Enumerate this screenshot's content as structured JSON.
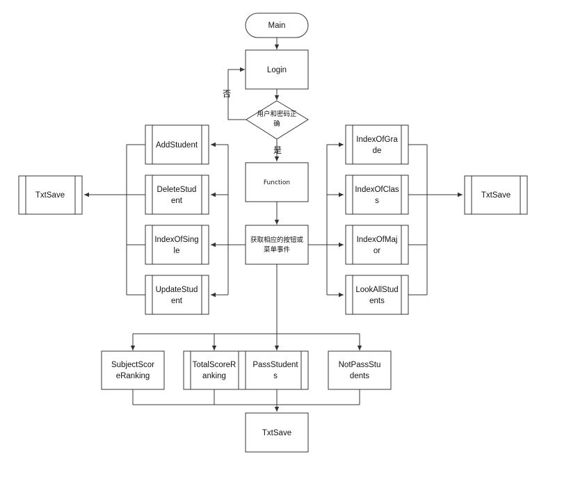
{
  "diagram": {
    "nodes": {
      "main": "Main",
      "login": "Login",
      "decision": [
        "用户和密码正",
        "确"
      ],
      "function": "Function",
      "get_event": [
        "获取相应的按钮或",
        "菜单事件"
      ],
      "add_student": "AddStudent",
      "delete_student": [
        "DeleteStud",
        "ent"
      ],
      "index_of_single": [
        "IndexOfSing",
        "le"
      ],
      "update_student": [
        "UpdateStud",
        "ent"
      ],
      "txtsave_left": "TxtSave",
      "index_of_grade": [
        "IndexOfGra",
        "de"
      ],
      "index_of_class": [
        "IndexOfClas",
        "s"
      ],
      "index_of_major": [
        "IndexOfMaj",
        "or"
      ],
      "look_all_students": [
        "LookAllStud",
        "ents"
      ],
      "txtsave_right": "TxtSave",
      "subject_score_ranking": [
        "SubjectScor",
        "eRanking"
      ],
      "total_score_ranking": [
        "TotalScoreR",
        "anking"
      ],
      "pass_students": [
        "PassStudent",
        "s"
      ],
      "not_pass_students": [
        "NotPassStu",
        "dents"
      ],
      "txtsave_bottom": "TxtSave"
    },
    "edge_labels": {
      "no": "否",
      "yes": "是"
    }
  }
}
